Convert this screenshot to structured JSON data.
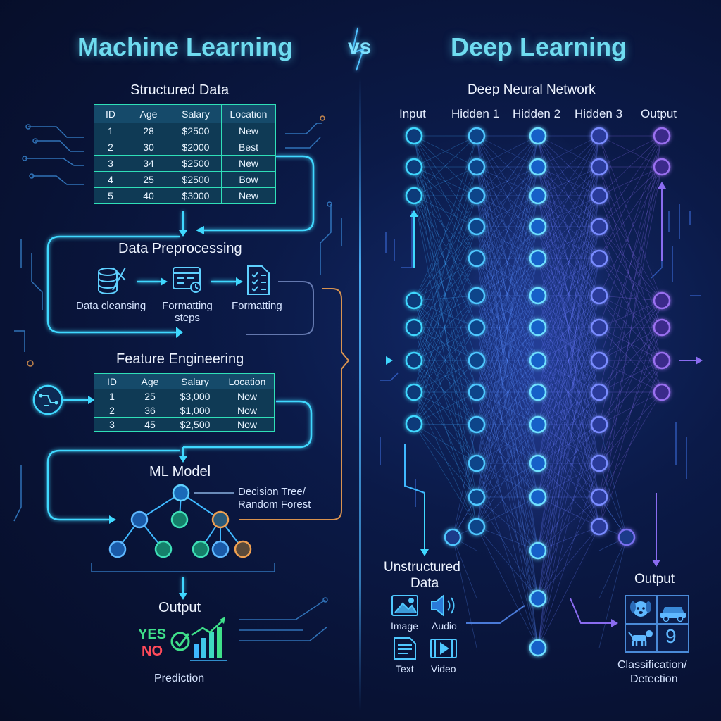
{
  "header": {
    "left_title": "Machine Learning",
    "vs": "vs",
    "right_title": "Deep Learning"
  },
  "ml": {
    "structured_title": "Structured Data",
    "structured_table": {
      "columns": [
        "ID",
        "Age",
        "Salary",
        "Location"
      ],
      "rows": [
        [
          "1",
          "28",
          "$2500",
          "New"
        ],
        [
          "2",
          "30",
          "$2000",
          "Best"
        ],
        [
          "3",
          "34",
          "$2500",
          "New"
        ],
        [
          "4",
          "25",
          "$2500",
          "Bow"
        ],
        [
          "5",
          "40",
          "$3000",
          "New"
        ]
      ]
    },
    "preprocessing_title": "Data Preprocessing",
    "preprocessing_steps": [
      "Data cleansing",
      "Formatting steps",
      "Formatting"
    ],
    "feature_title": "Feature Engineering",
    "feature_table": {
      "columns": [
        "ID",
        "Age",
        "Salary",
        "Location"
      ],
      "rows": [
        [
          "1",
          "25",
          "$3,000",
          "Now"
        ],
        [
          "2",
          "36",
          "$1,000",
          "Now"
        ],
        [
          "3",
          "45",
          "$2,500",
          "Now"
        ]
      ]
    },
    "model_title": "ML Model",
    "model_label_1": "Decision Tree/",
    "model_label_2": "Random Forest",
    "output_title": "Output",
    "output_yes": "YES",
    "output_no": "NO",
    "prediction_label": "Prediction"
  },
  "dl": {
    "network_title": "Deep Neural Network",
    "layers": [
      "Input",
      "Hidden 1",
      "Hidden 2",
      "Hidden 3",
      "Output"
    ],
    "unstructured_title_1": "Unstructured",
    "unstructured_title_2": "Data",
    "data_types": [
      "Image",
      "Audio",
      "Text",
      "Video"
    ],
    "output_title": "Output",
    "output_digit": "9",
    "classification_1": "Classification/",
    "classification_2": "Detection"
  },
  "colors": {
    "title": "#6fdcf0",
    "cyan": "#3fd8ff",
    "teal": "#2fe0b8",
    "orange": "#f0a050",
    "purple": "#8a6cf0",
    "green": "#3fe08a",
    "red": "#ff4a5a"
  },
  "icons": [
    "database-icon",
    "table-icon",
    "checklist-icon",
    "feature-icon",
    "check-icon",
    "bar-chart-icon",
    "image-icon",
    "audio-icon",
    "text-icon",
    "video-icon",
    "dog-icon",
    "car-icon"
  ]
}
